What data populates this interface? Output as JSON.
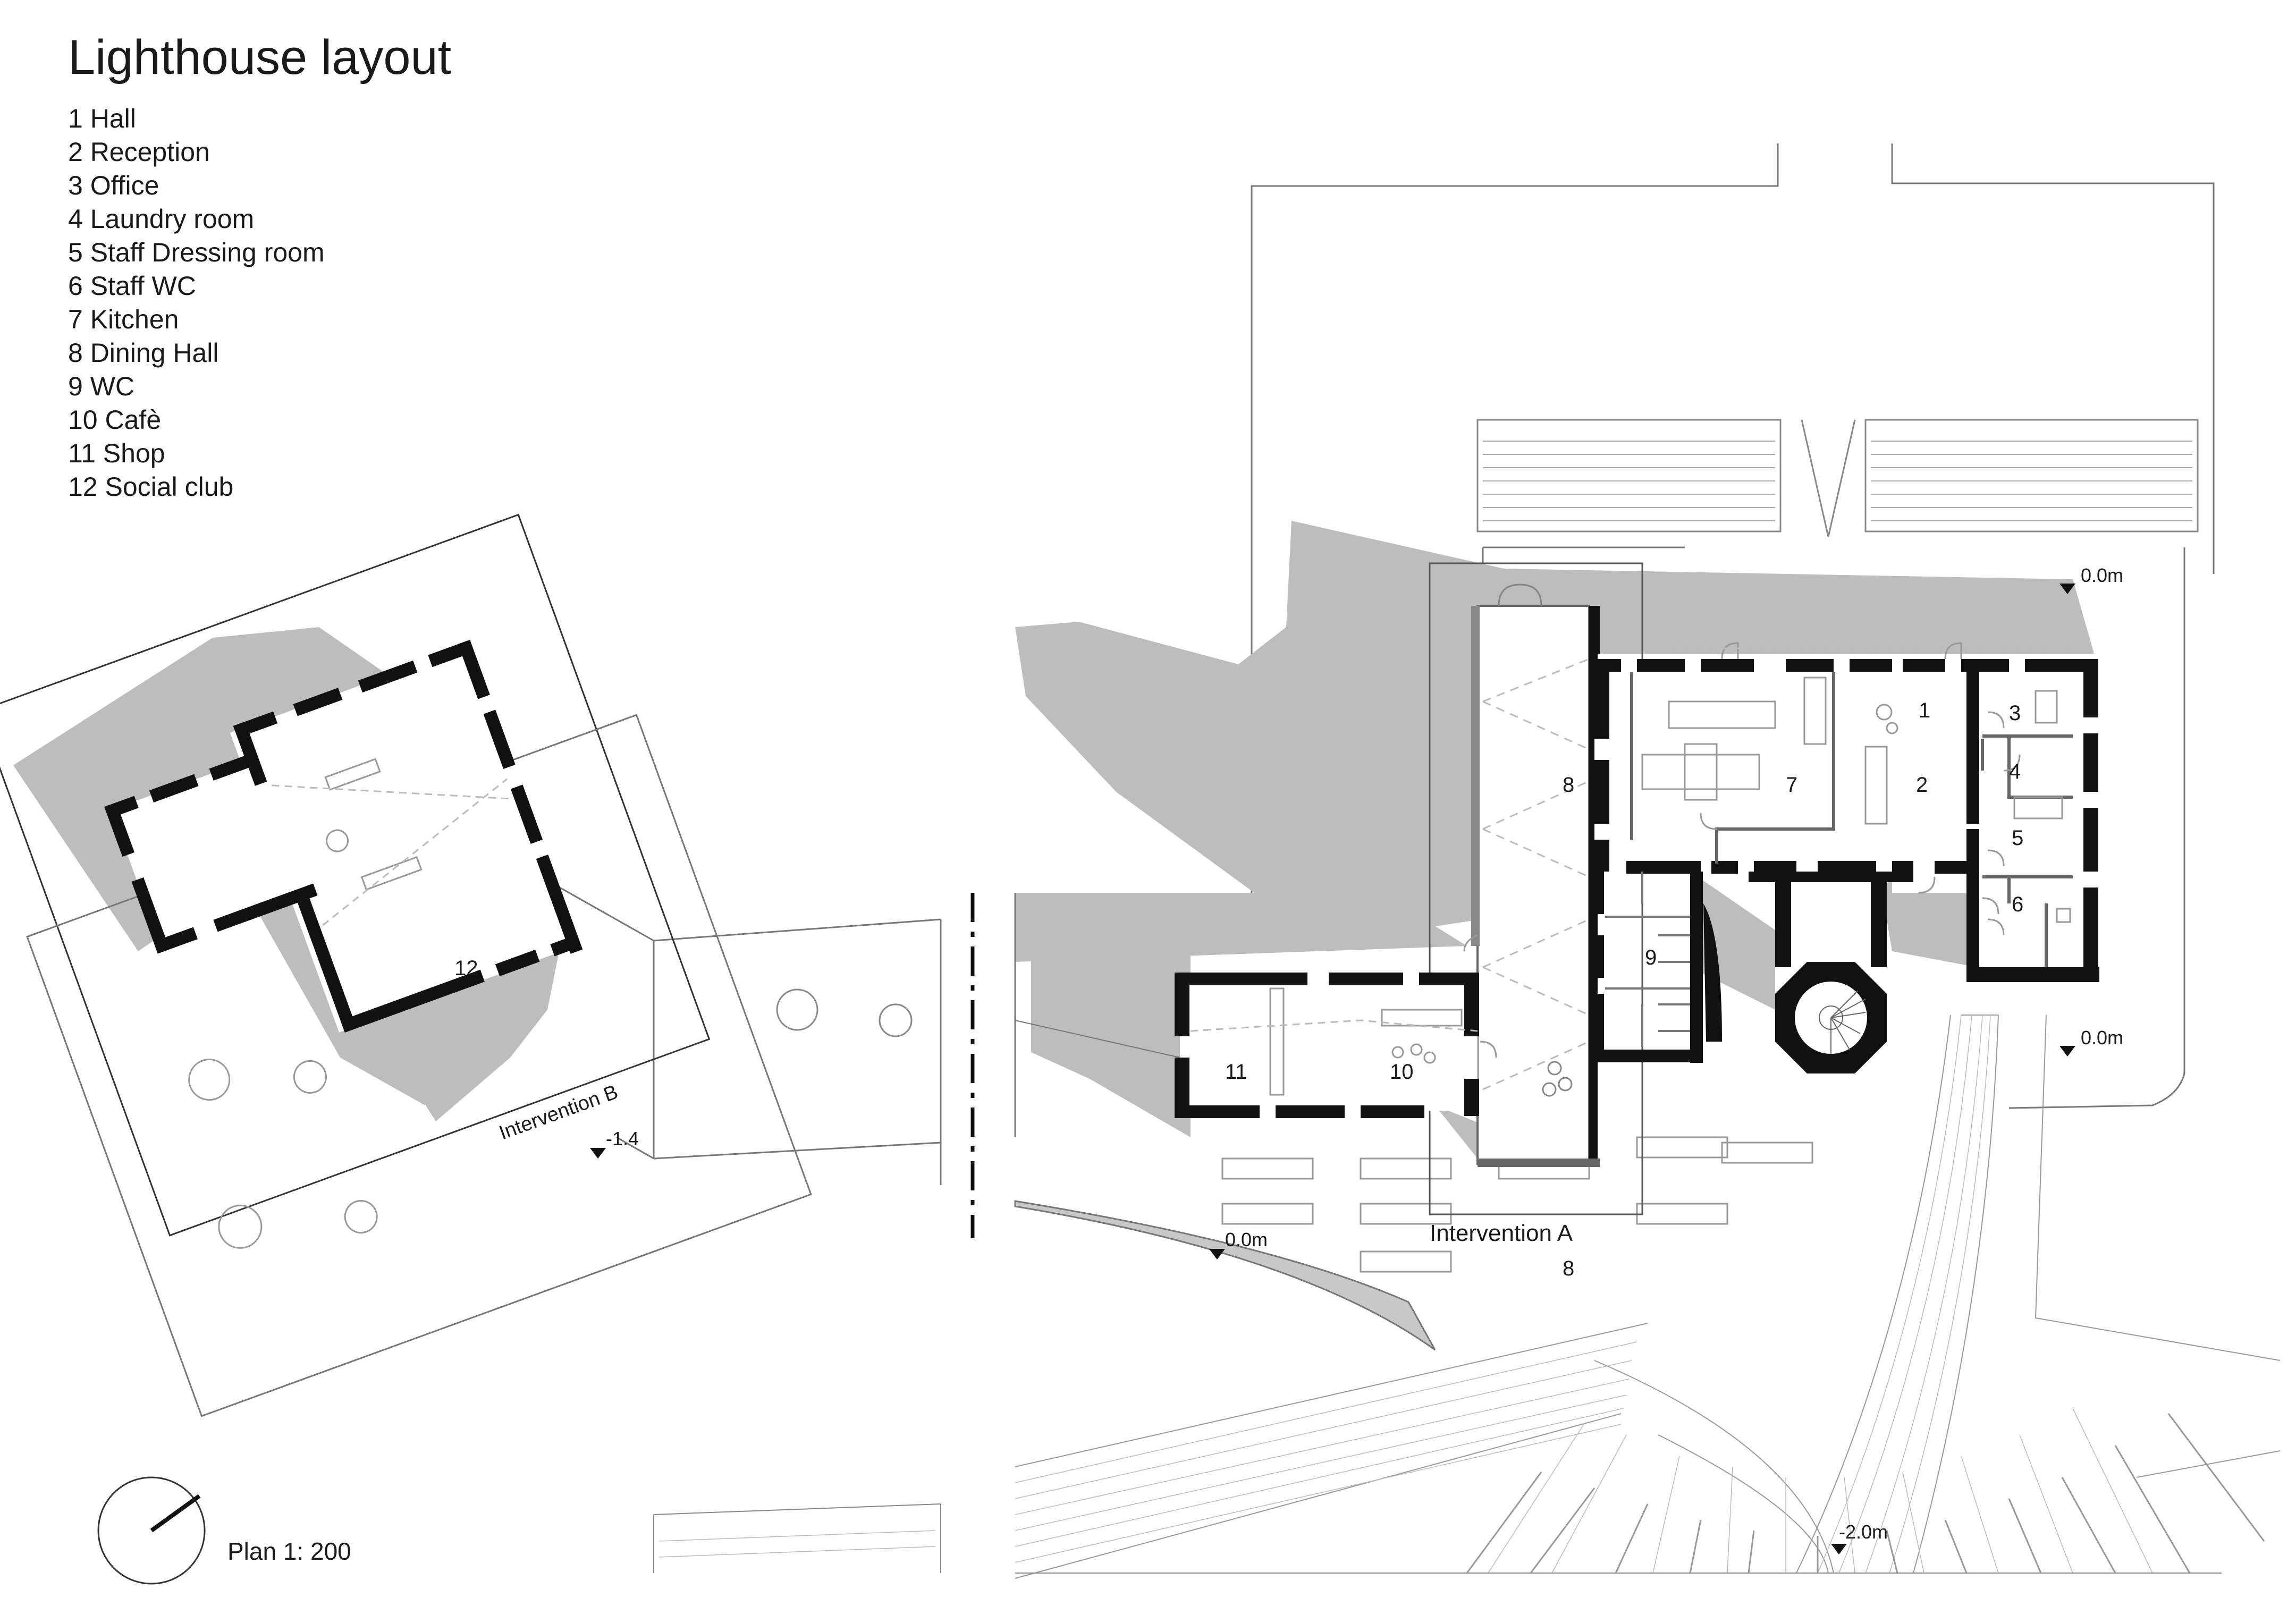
{
  "title": "Lighthouse layout",
  "legend": [
    "1 Hall",
    "2 Reception",
    "3 Office",
    "4 Laundry room",
    "5 Staff Dressing room",
    "6 Staff WC",
    "7 Kitchen",
    "8 Dining Hall",
    "9 WC",
    "10 Cafè",
    "11 Shop",
    "12 Social club"
  ],
  "room_numbers": [
    "1",
    "2",
    "3",
    "4",
    "5",
    "6",
    "7",
    "8",
    "9",
    "10",
    "11",
    "12"
  ],
  "second_8_label": "8",
  "interventions": {
    "a": "Intervention A",
    "b": "Intervention B"
  },
  "levels": {
    "top_right": "0.0m",
    "mid_right": "0.0m",
    "cafe_south": "0.0m",
    "social_club": "-1.4",
    "plaza": "-2.0m"
  },
  "scale": "Plan 1: 200",
  "colors": {
    "wall": "#111111",
    "shadow": "#bdbdbd",
    "line": "#666666"
  }
}
